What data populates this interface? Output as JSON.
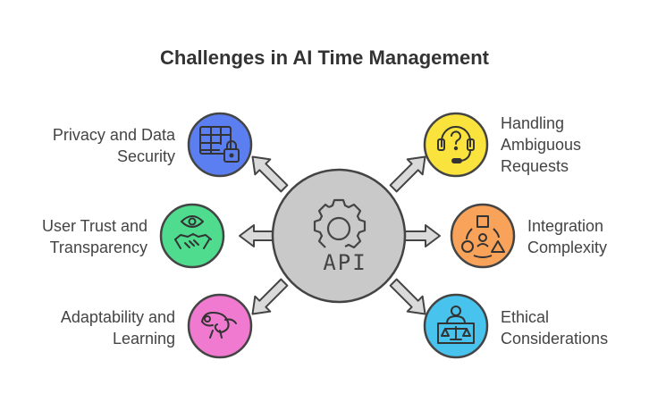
{
  "title": "Challenges in AI Time Management",
  "center": {
    "label": "API",
    "icon": "gear-api-icon",
    "color": "#c9c9c9"
  },
  "challenges": [
    {
      "id": "privacy",
      "lines": [
        "Privacy and Data",
        "Security"
      ],
      "icon": "spreadsheet-lock-icon",
      "color": "#5b7ff0"
    },
    {
      "id": "trust",
      "lines": [
        "User Trust and",
        "Transparency"
      ],
      "icon": "eye-handshake-icon",
      "color": "#4fdc8e"
    },
    {
      "id": "adaptability",
      "lines": [
        "Adaptability and",
        "Learning"
      ],
      "icon": "chameleon-icon",
      "color": "#f07ad0"
    },
    {
      "id": "ambiguous",
      "lines": [
        "Handling",
        "Ambiguous",
        "Requests"
      ],
      "icon": "headset-question-icon",
      "color": "#f9e33c"
    },
    {
      "id": "integration",
      "lines": [
        "Integration",
        "Complexity"
      ],
      "icon": "shapes-network-icon",
      "color": "#f9a25a"
    },
    {
      "id": "ethical",
      "lines": [
        "Ethical",
        "Considerations"
      ],
      "icon": "person-scales-icon",
      "color": "#48c3ee"
    }
  ]
}
